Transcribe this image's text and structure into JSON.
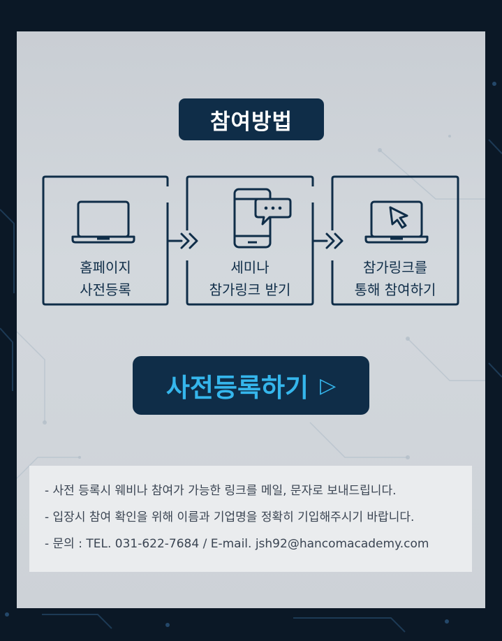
{
  "title": "참여방법",
  "steps": [
    {
      "icon": "laptop-icon",
      "line1": "홈페이지",
      "line2": "사전등록"
    },
    {
      "icon": "smartphone-chat-icon",
      "line1": "세미나",
      "line2": "참가링크 받기"
    },
    {
      "icon": "laptop-cursor-icon",
      "line1": "참가링크를",
      "line2": "통해 참여하기"
    }
  ],
  "cta": {
    "label": "사전등록하기",
    "arrow": "▷"
  },
  "notes": [
    "- 사전 등록시 웨비나 참여가 가능한 링크를 메일, 문자로 보내드립니다.",
    "- 입장시 참여 확인을 위해 이름과 기업명을 정확히 기입해주시기 바랍니다.",
    "- 문의 : TEL.  031-622-7684  /  E-mail.  jsh92@hancomacademy.com"
  ],
  "colors": {
    "navy": "#0f2d48",
    "cta_text": "#35b6ec",
    "panel": "#cdd2d7",
    "background": "#0b1826"
  }
}
